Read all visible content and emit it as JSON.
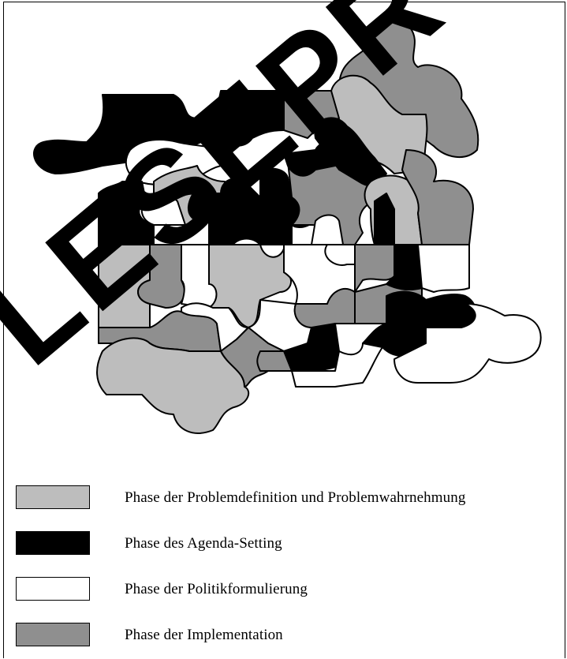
{
  "colors": {
    "light_gray": "#bdbdbd",
    "black": "#000000",
    "white": "#ffffff",
    "dark_gray": "#8f8f8f",
    "outline": "#000000"
  },
  "watermark": {
    "text": "LESEPR"
  },
  "legend": {
    "items": [
      {
        "label": "Phase der Problemdefinition und Problemwahrnehmung",
        "color": "#bdbdbd"
      },
      {
        "label": "Phase des Agenda-Setting",
        "color": "#000000"
      },
      {
        "label": "Phase der Politikformulierung",
        "color": "#ffffff"
      },
      {
        "label": "Phase der Implementation",
        "color": "#8f8f8f"
      }
    ]
  }
}
